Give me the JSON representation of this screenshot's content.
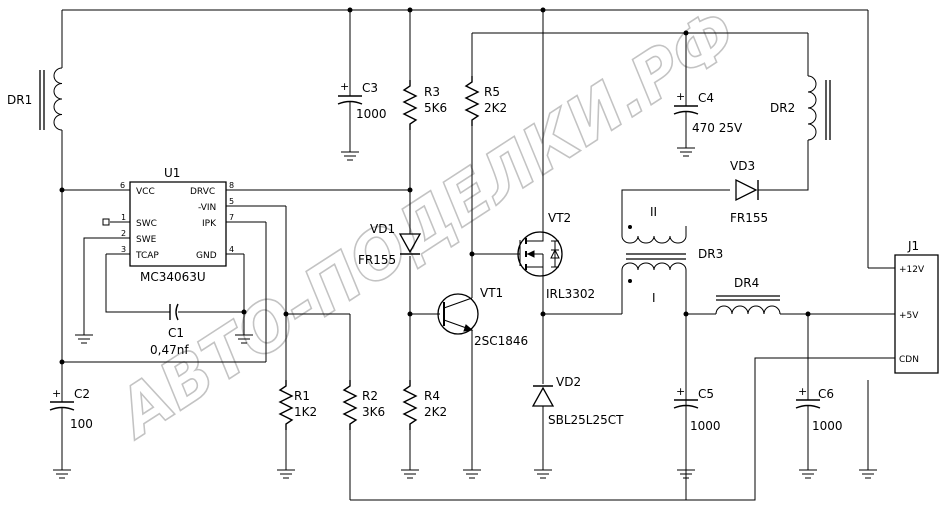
{
  "watermark": "АВТО-ПОДЕЛКИ.РФ",
  "ic": {
    "ref": "U1",
    "part": "MC34063U",
    "pins": {
      "vcc": "VCC",
      "swc": "SWC",
      "swe": "SWE",
      "tcap": "TCAP",
      "drvc": "DRVC",
      "vin": "-VIN",
      "ipk": "IPK",
      "gnd": "GND"
    },
    "pin_numbers": {
      "n6": "6",
      "n1": "1",
      "n2": "2",
      "n3": "3",
      "n8": "8",
      "n5": "5",
      "n7": "7",
      "n4": "4"
    }
  },
  "components": {
    "dr1": "DR1",
    "c3": {
      "ref": "C3",
      "value": "1000"
    },
    "r3": {
      "ref": "R3",
      "value": "5K6"
    },
    "r5": {
      "ref": "R5",
      "value": "2K2"
    },
    "c4": {
      "ref": "C4",
      "value": "470 25V"
    },
    "dr2": "DR2",
    "vd3": {
      "ref": "VD3",
      "value": "FR155"
    },
    "vd1": {
      "ref": "VD1",
      "value": "FR155"
    },
    "vt2": {
      "ref": "VT2",
      "value": "IRL3302"
    },
    "dr3": {
      "ref": "DR3",
      "w1": "II",
      "w2": "I"
    },
    "vt1": {
      "ref": "VT1",
      "value": "2SC1846"
    },
    "dr4": "DR4",
    "c1": {
      "ref": "C1",
      "value": "0,47nf"
    },
    "c2": {
      "ref": "C2",
      "value": "100"
    },
    "r1": {
      "ref": "R1",
      "value": "1K2"
    },
    "r2": {
      "ref": "R2",
      "value": "3K6"
    },
    "r4": {
      "ref": "R4",
      "value": "2K2"
    },
    "vd2": {
      "ref": "VD2",
      "value": "SBL25L25CT"
    },
    "c5": {
      "ref": "C5",
      "value": "1000"
    },
    "c6": {
      "ref": "C6",
      "value": "1000"
    }
  },
  "connector": {
    "ref": "J1",
    "pins": [
      "+12V",
      "+5V",
      "CDN"
    ]
  }
}
